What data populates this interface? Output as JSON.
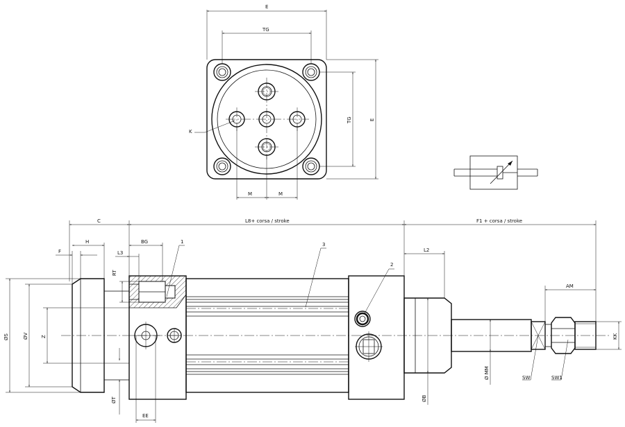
{
  "front_view": {
    "labels": {
      "E_top": "E",
      "TG_top": "TG",
      "TG_side": "TG",
      "E_side": "E",
      "K": "K",
      "M_left": "M",
      "M_right": "M"
    }
  },
  "side_view": {
    "labels": {
      "C": "C",
      "L8": "L8+ corsa / stroke",
      "F1": "F1 + corsa / stroke",
      "F": "F",
      "H": "H",
      "L3": "L3",
      "BG": "BG",
      "RT": "RT",
      "L2": "L2",
      "AM": "AM",
      "S": "ØS",
      "V": "ØV",
      "Z": "Z",
      "T": "ØT",
      "MM": "Ø MM",
      "B": "ØB",
      "KK": "KK",
      "SW": "SW",
      "SW1": "SW1",
      "EE": "EE"
    },
    "callouts": {
      "c1": "1",
      "c2": "2",
      "c3": "3"
    }
  },
  "colors": {
    "line": "#111111",
    "background": "#ffffff"
  }
}
